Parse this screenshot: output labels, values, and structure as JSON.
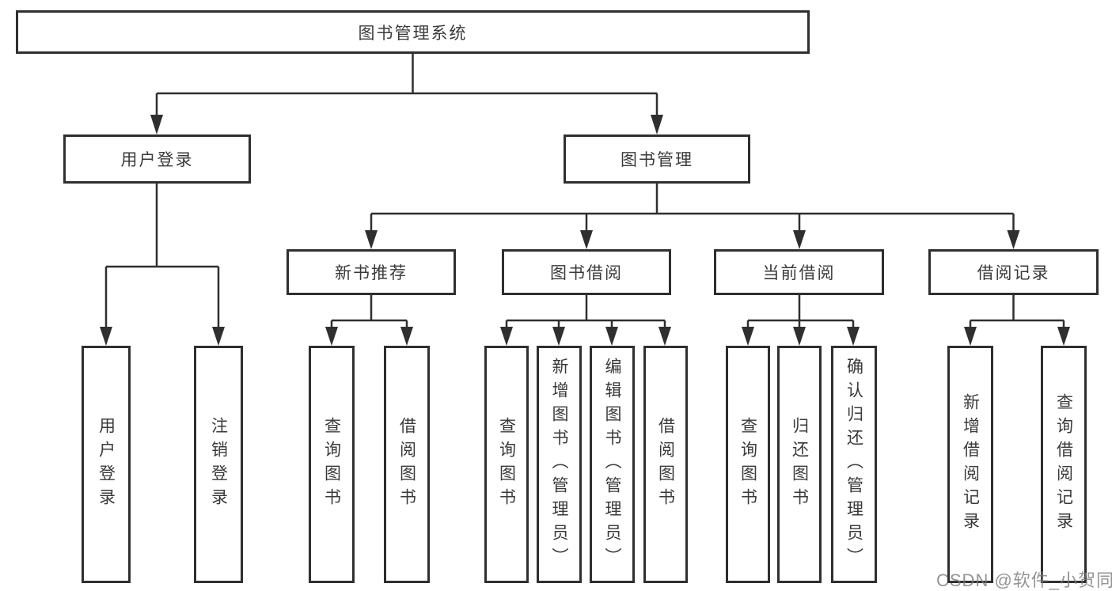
{
  "diagram": {
    "root": {
      "label": "图书管理系统"
    },
    "branches": [
      {
        "label": "用户登录",
        "children": [
          {
            "label": "用户登录"
          },
          {
            "label": "注销登录"
          }
        ]
      },
      {
        "label": "图书管理",
        "children": [
          {
            "label": "新书推荐",
            "children": [
              {
                "label": "查询图书"
              },
              {
                "label": "借阅图书"
              }
            ]
          },
          {
            "label": "图书借阅",
            "children": [
              {
                "label": "查询图书"
              },
              {
                "label": "新增图书（管理员）"
              },
              {
                "label": "编辑图书（管理员）"
              },
              {
                "label": "借阅图书"
              }
            ]
          },
          {
            "label": "当前借阅",
            "children": [
              {
                "label": "查询图书"
              },
              {
                "label": "归还图书"
              },
              {
                "label": "确认归还（管理员）"
              }
            ]
          },
          {
            "label": "借阅记录",
            "children": [
              {
                "label": "新增借阅记录"
              },
              {
                "label": "查询借阅记录"
              }
            ]
          }
        ]
      }
    ]
  },
  "watermark": {
    "text": "CSDN @软件_小贺同学"
  },
  "colors": {
    "line": "#2f2f2f",
    "box_border": "#2f2f2f",
    "text": "#3a3a3a",
    "background": "#ffffff",
    "watermark": "#7d7d7d"
  }
}
